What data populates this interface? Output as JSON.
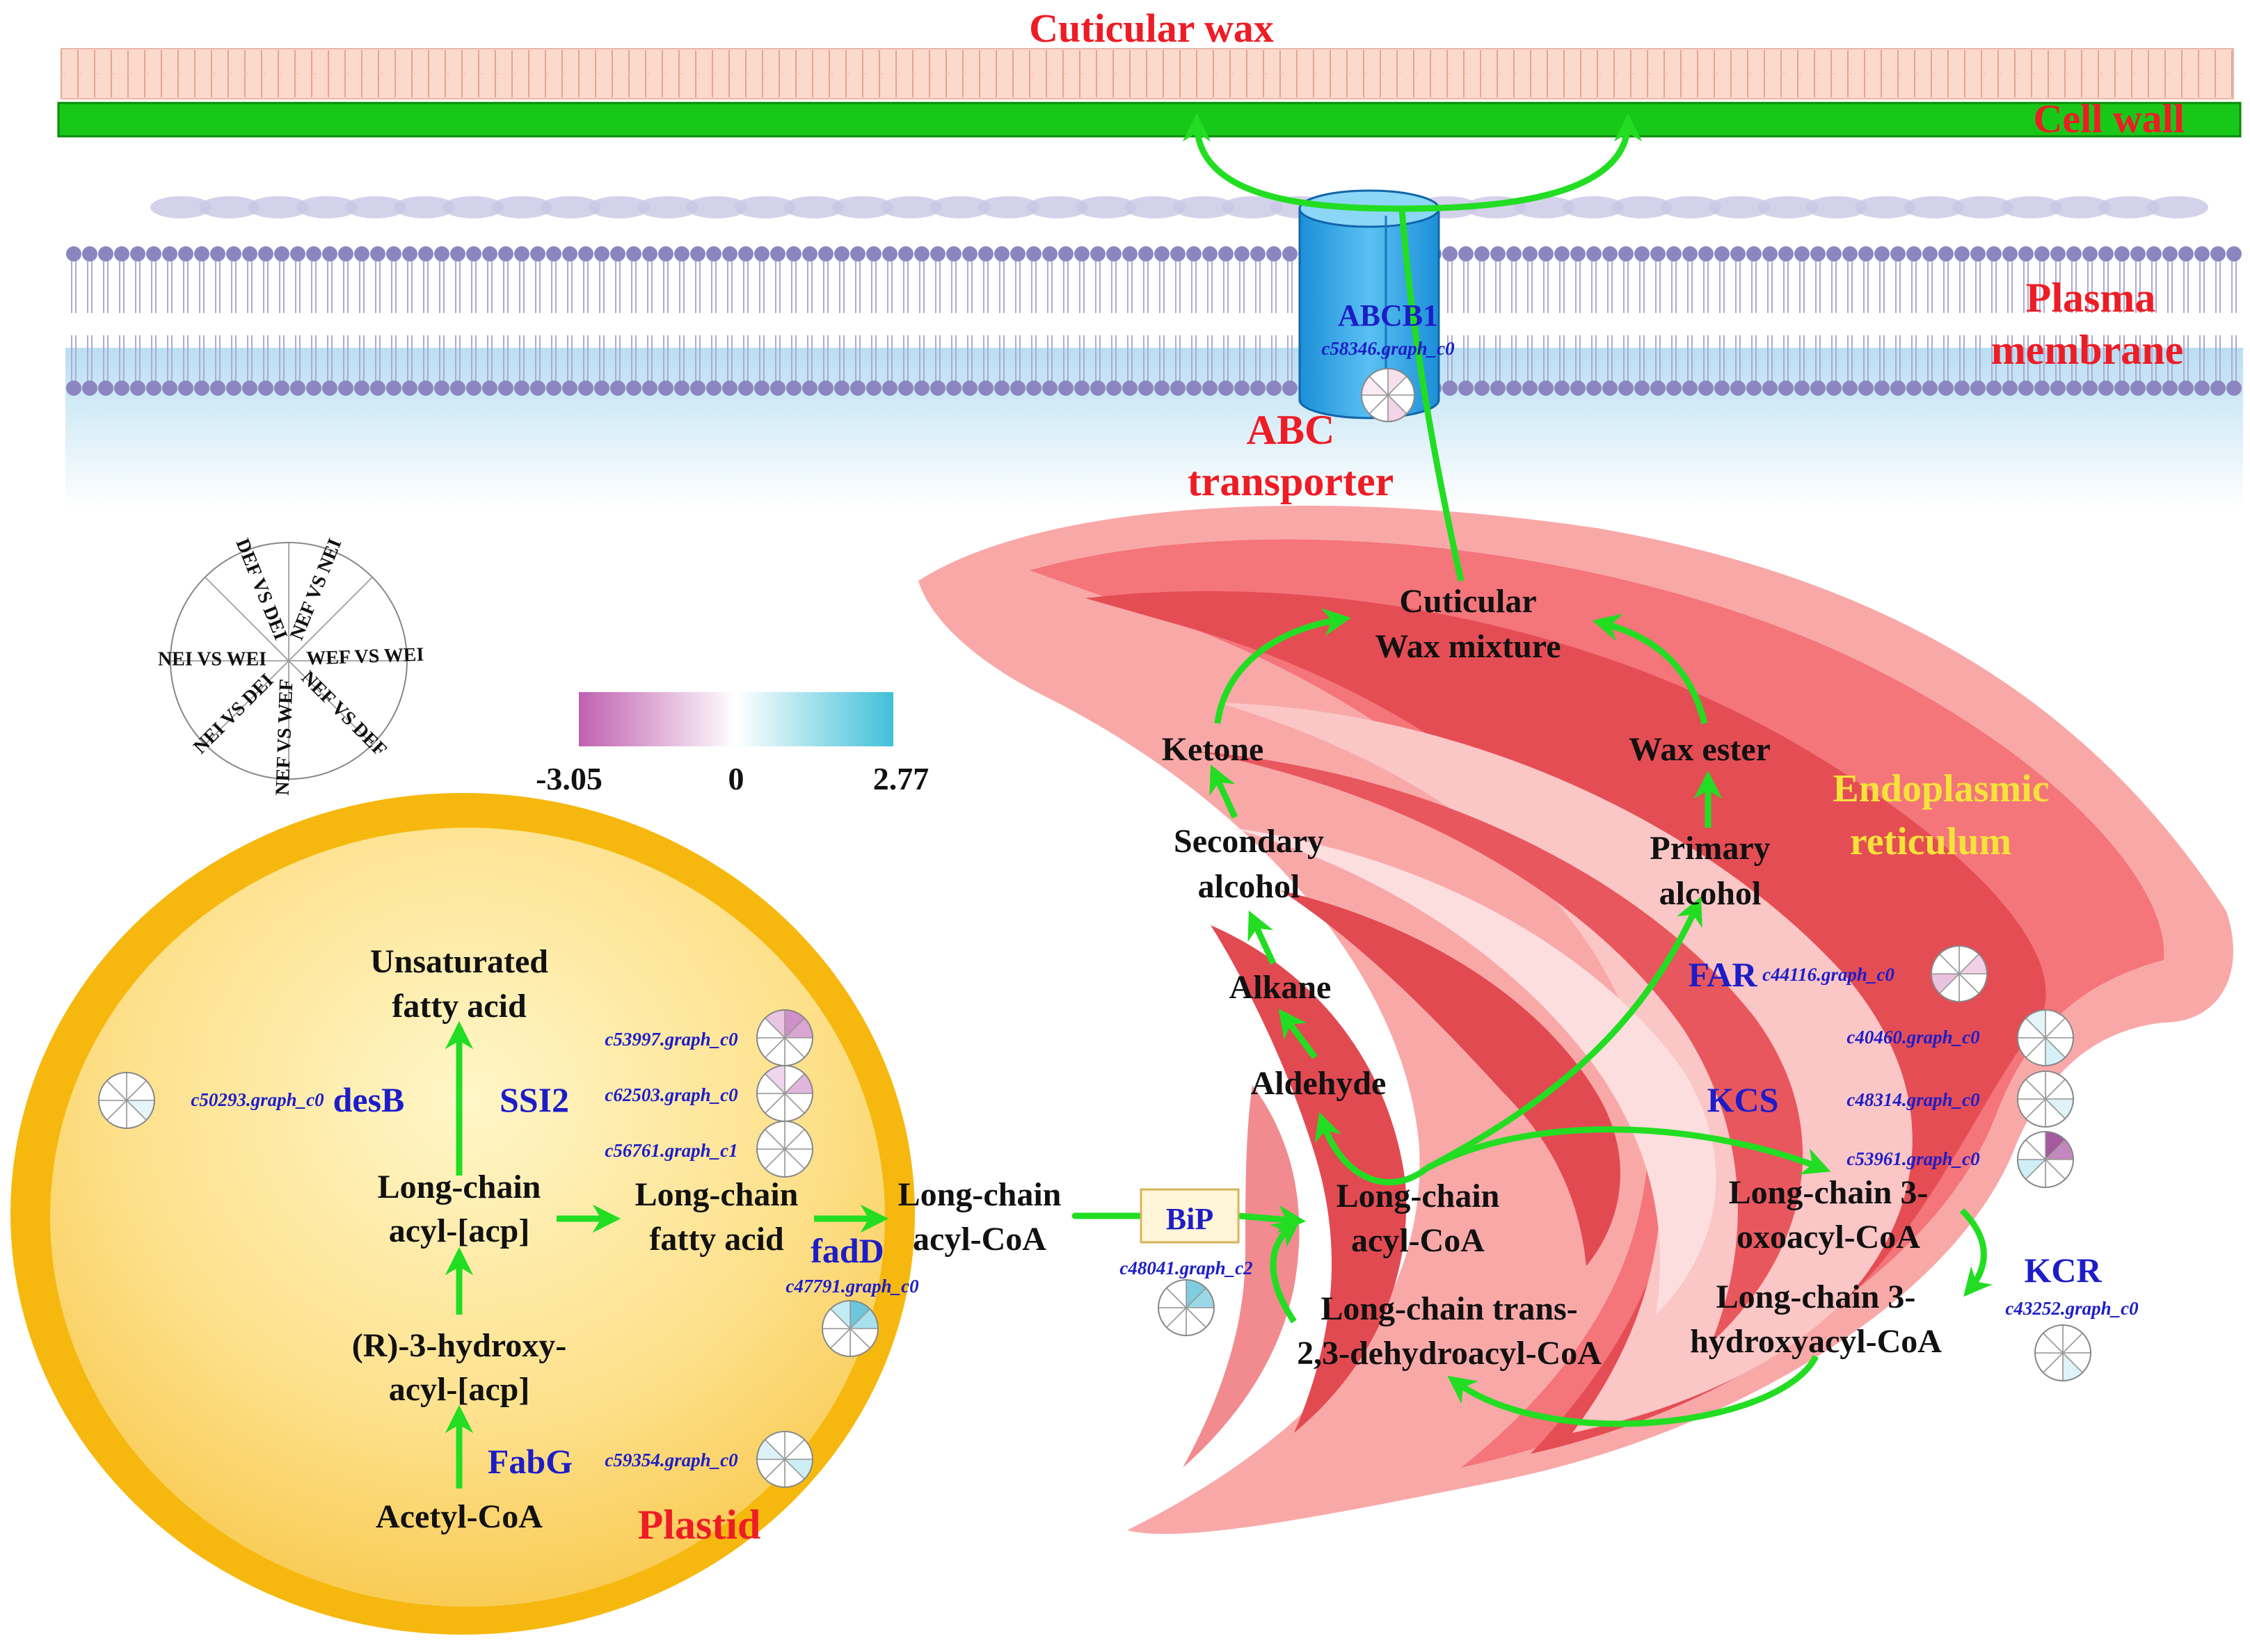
{
  "compartments": {
    "cuticular_wax": "Cuticular wax",
    "cell_wall": "Cell wall",
    "plasma_membrane": [
      "Plasma",
      "membrane"
    ],
    "abc_transporter": [
      "ABC",
      "transporter"
    ],
    "endoplasmic_reticulum": [
      "Endoplasmic",
      "reticulum"
    ],
    "plastid": "Plastid"
  },
  "legend": {
    "sectors": [
      "DEF VS DEI",
      "NEF VS NEI",
      "WEF VS WEI",
      "NEF VS DEF",
      "NEF VS WEF",
      "NEI VS DEI",
      "NEI VS WEI"
    ],
    "scale": {
      "min": "-3.05",
      "mid": "0",
      "max": "2.77"
    },
    "colors": {
      "negative": "#c060b0",
      "zero": "#ffffff",
      "positive": "#40c0d8"
    }
  },
  "metabolites": {
    "acetyl_coa": "Acetyl-CoA",
    "hydroxyacyl_acp": [
      "(R)-3-hydroxy-",
      "acyl-[acp]"
    ],
    "acyl_acp": [
      "Long-chain",
      "acyl-[acp]"
    ],
    "unsaturated_fa": [
      "Unsaturated",
      "fatty acid"
    ],
    "lc_fatty_acid": [
      "Long-chain",
      "fatty acid"
    ],
    "lc_acyl_coa_plastid": [
      "Long-chain",
      "acyl-CoA"
    ],
    "lc_acyl_coa_er": [
      "Long-chain",
      "acyl-CoA"
    ],
    "oxoacyl_coa": [
      "Long-chain 3-",
      "oxoacyl-CoA"
    ],
    "hydroxyacyl_coa": [
      "Long-chain 3-",
      "hydroxyacyl-CoA"
    ],
    "dehydroacyl_coa": [
      "Long-chain trans-",
      "2,3-dehydroacyl-CoA"
    ],
    "aldehyde": "Aldehyde",
    "alkane": "Alkane",
    "secondary_alcohol": [
      "Secondary",
      "alcohol"
    ],
    "ketone": "Ketone",
    "primary_alcohol": [
      "Primary",
      "alcohol"
    ],
    "wax_ester": "Wax ester",
    "wax_mixture": [
      "Cuticular",
      "Wax mixture"
    ]
  },
  "enzymes": {
    "abcb1": "ABCB1",
    "desb": "desB",
    "ssi2": "SSI2",
    "fadd": "fadD",
    "fabg": "FabG",
    "bip": "BiP",
    "far": "FAR",
    "kcs": "KCS",
    "kcr": "KCR"
  },
  "genes": {
    "abcb1": "c58346.graph_c0",
    "desb": "c50293.graph_c0",
    "ssi2_a": "c53997.graph_c0",
    "ssi2_b": "c62503.graph_c0",
    "ssi2_c": "c56761.graph_c1",
    "fadd": "c47791.graph_c0",
    "fabg": "c59354.graph_c0",
    "bip": "c48041.graph_c2",
    "far": "c44116.graph_c0",
    "kcs_a": "c40460.graph_c0",
    "kcs_b": "c48314.graph_c0",
    "kcs_c": "c53961.graph_c0",
    "kcr": "c43252.graph_c0"
  },
  "pie_colors": {
    "abcb1": [
      "#f6e0ee",
      "#ffffff",
      "#ffffff",
      "#f3d4e8",
      "#ffffff",
      "#ffffff",
      "#fbeaf3",
      "#ffffff"
    ],
    "desb": [
      "#ffffff",
      "#ffffff",
      "#e6f5fa",
      "#ffffff",
      "#ffffff",
      "#ffffff",
      "#ffffff",
      "#ffffff"
    ],
    "ssi2_a": [
      "#cf8fc8",
      "#d9a6d2",
      "#ffffff",
      "#ffffff",
      "#ffffff",
      "#ffffff",
      "#ffffff",
      "#e8c5e2"
    ],
    "ssi2_b": [
      "#ffffff",
      "#e1b6dc",
      "#ffffff",
      "#ffffff",
      "#ffffff",
      "#ffffff",
      "#ffffff",
      "#f0d6ec"
    ],
    "ssi2_c": [
      "#ffffff",
      "#ffffff",
      "#ffffff",
      "#ffffff",
      "#ffffff",
      "#ffffff",
      "#ffffff",
      "#ffffff"
    ],
    "fadd": [
      "#6cc6dc",
      "#a8e0ee",
      "#ffffff",
      "#ffffff",
      "#ffffff",
      "#ffffff",
      "#ffffff",
      "#c3ebf3"
    ],
    "fabg": [
      "#ffffff",
      "#ffffff",
      "#cdeef5",
      "#ffffff",
      "#ffffff",
      "#ffffff",
      "#dcf2f8",
      "#ffffff"
    ],
    "bip": [
      "#7fcde0",
      "#9bd8e7",
      "#ffffff",
      "#ffffff",
      "#ffffff",
      "#ffffff",
      "#ffffff",
      "#ffffff"
    ],
    "far": [
      "#ffffff",
      "#f1d0e8",
      "#ffffff",
      "#ffffff",
      "#ffffff",
      "#e9c2df",
      "#ffffff",
      "#ffffff"
    ],
    "kcs_a": [
      "#ffffff",
      "#ffffff",
      "#ffffff",
      "#d5f0f6",
      "#ffffff",
      "#ffffff",
      "#ffffff",
      "#e4f5f9"
    ],
    "kcs_b": [
      "#ffffff",
      "#ffffff",
      "#dff3f8",
      "#ffffff",
      "#ffffff",
      "#ffffff",
      "#ffffff",
      "#ffffff"
    ],
    "kcs_c": [
      "#a55aa0",
      "#c287bc",
      "#ffffff",
      "#ffffff",
      "#ffffff",
      "#cfeff6",
      "#ffffff",
      "#ffffff"
    ],
    "kcr": [
      "#ffffff",
      "#ffffff",
      "#ffffff",
      "#dff3f8",
      "#ffffff",
      "#ffffff",
      "#ffffff",
      "#ffffff"
    ]
  }
}
